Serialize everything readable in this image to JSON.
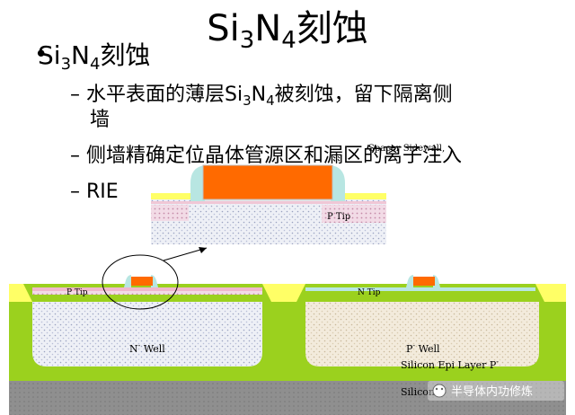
{
  "title": {
    "main": "Si",
    "sub1": "3",
    "mid": "N",
    "sub2": "4",
    "tail": "刻蚀"
  },
  "bullet1": {
    "main": "Si",
    "sub1": "3",
    "mid": "N",
    "sub2": "4",
    "tail": "刻蚀"
  },
  "dash1": {
    "prefix": "– 水平表面的薄层Si",
    "sub1": "3",
    "mid": "N",
    "sub2": "4",
    "tail": "被刻蚀，留下隔离侧",
    "wrap": "墙"
  },
  "dash2": "– 侧墙精确定位晶体管源区和漏区的离子注入",
  "dash3": "– RIE",
  "diagram": {
    "spacer_label": "Spacer Sidewall",
    "p_tip_inset": "P Tip",
    "p_tip": "P Tip",
    "n_tip": "N Tip",
    "n_well": "N",
    "n_well_sup": "-",
    "well_word": " Well",
    "p_well": "P",
    "p_well_sup": "-",
    "epi_label": "Silicon Epi Layer  P",
    "epi_sup": "-",
    "substrate_label": "Silicon",
    "watermark": "半导体内功修炼"
  }
}
